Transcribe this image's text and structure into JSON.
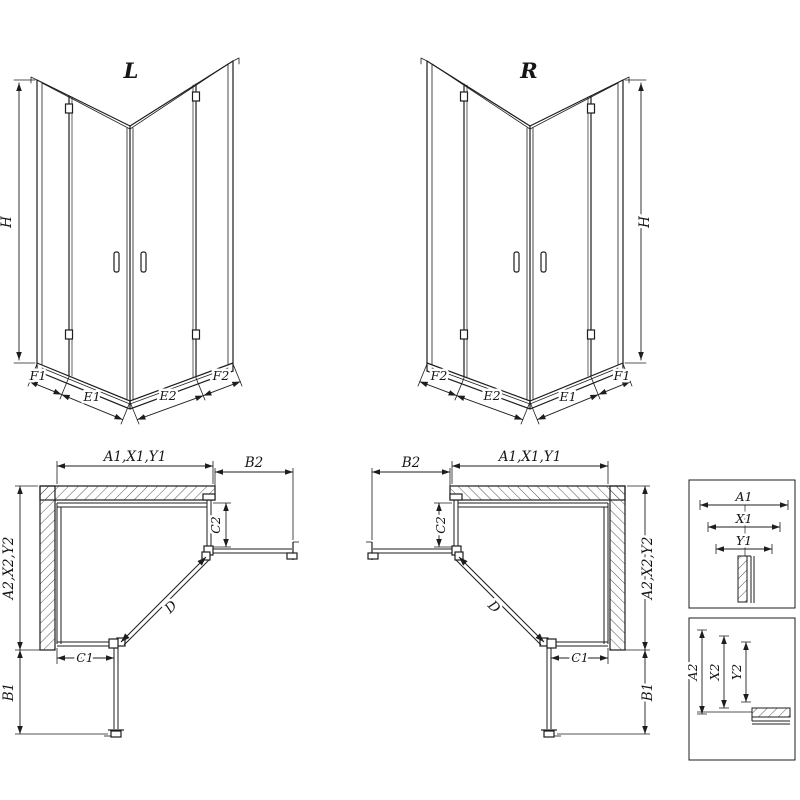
{
  "drawing": {
    "stroke_color": "#1d1d1d",
    "background": "#ffffff",
    "views": {
      "l3d": {
        "title": "L",
        "h": "H",
        "f1": "F1",
        "e1": "E1",
        "e2": "E2",
        "f2": "F2"
      },
      "r3d": {
        "title": "R",
        "h": "H",
        "f1": "F1",
        "e1": "E1",
        "e2": "E2",
        "f2": "F2"
      },
      "lplan": {
        "a1": "A1,X1,Y1",
        "b2": "B2",
        "c2": "C2",
        "a2": "A2,X2,Y2",
        "c1": "C1",
        "d": "D",
        "b1": "B1"
      },
      "rplan": {
        "a1": "A1,X1,Y1",
        "b2": "B2",
        "c2": "C2",
        "a2": "A2,X2,Y2",
        "c1": "C1",
        "d": "D",
        "b1": "B1"
      },
      "detail1": {
        "a1": "A1",
        "x1": "X1",
        "y1": "Y1"
      },
      "detail2": {
        "a2": "A2",
        "x2": "X2",
        "y2": "Y2"
      }
    }
  }
}
